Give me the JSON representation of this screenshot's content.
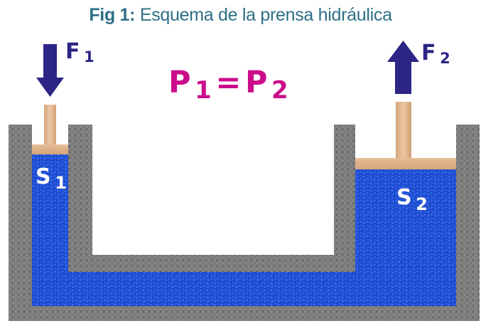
{
  "caption": {
    "label": "Fig 1:",
    "text": "Esquema de la prensa hidráulica",
    "color": "#2e6f85"
  },
  "equation": {
    "p1_letter": "P",
    "p1_sub": "1",
    "equals": "=",
    "p2_letter": "P",
    "p2_sub": "2",
    "color": "#cc0d8a"
  },
  "forces": {
    "f1": {
      "letter": "F",
      "sub": "1",
      "direction": "down"
    },
    "f2": {
      "letter": "F",
      "sub": "2",
      "direction": "up"
    },
    "arrow_color": "#2c2585",
    "label_color": "#2c2585"
  },
  "surfaces": {
    "s1": {
      "letter": "S",
      "sub": "1"
    },
    "s2": {
      "letter": "S",
      "sub": "2"
    },
    "label_color": "#ffffff"
  },
  "colors": {
    "fluid": "#1f4fd6",
    "container": "#7d7d7d",
    "piston": "#e0b48d",
    "background": "#ffffff"
  }
}
